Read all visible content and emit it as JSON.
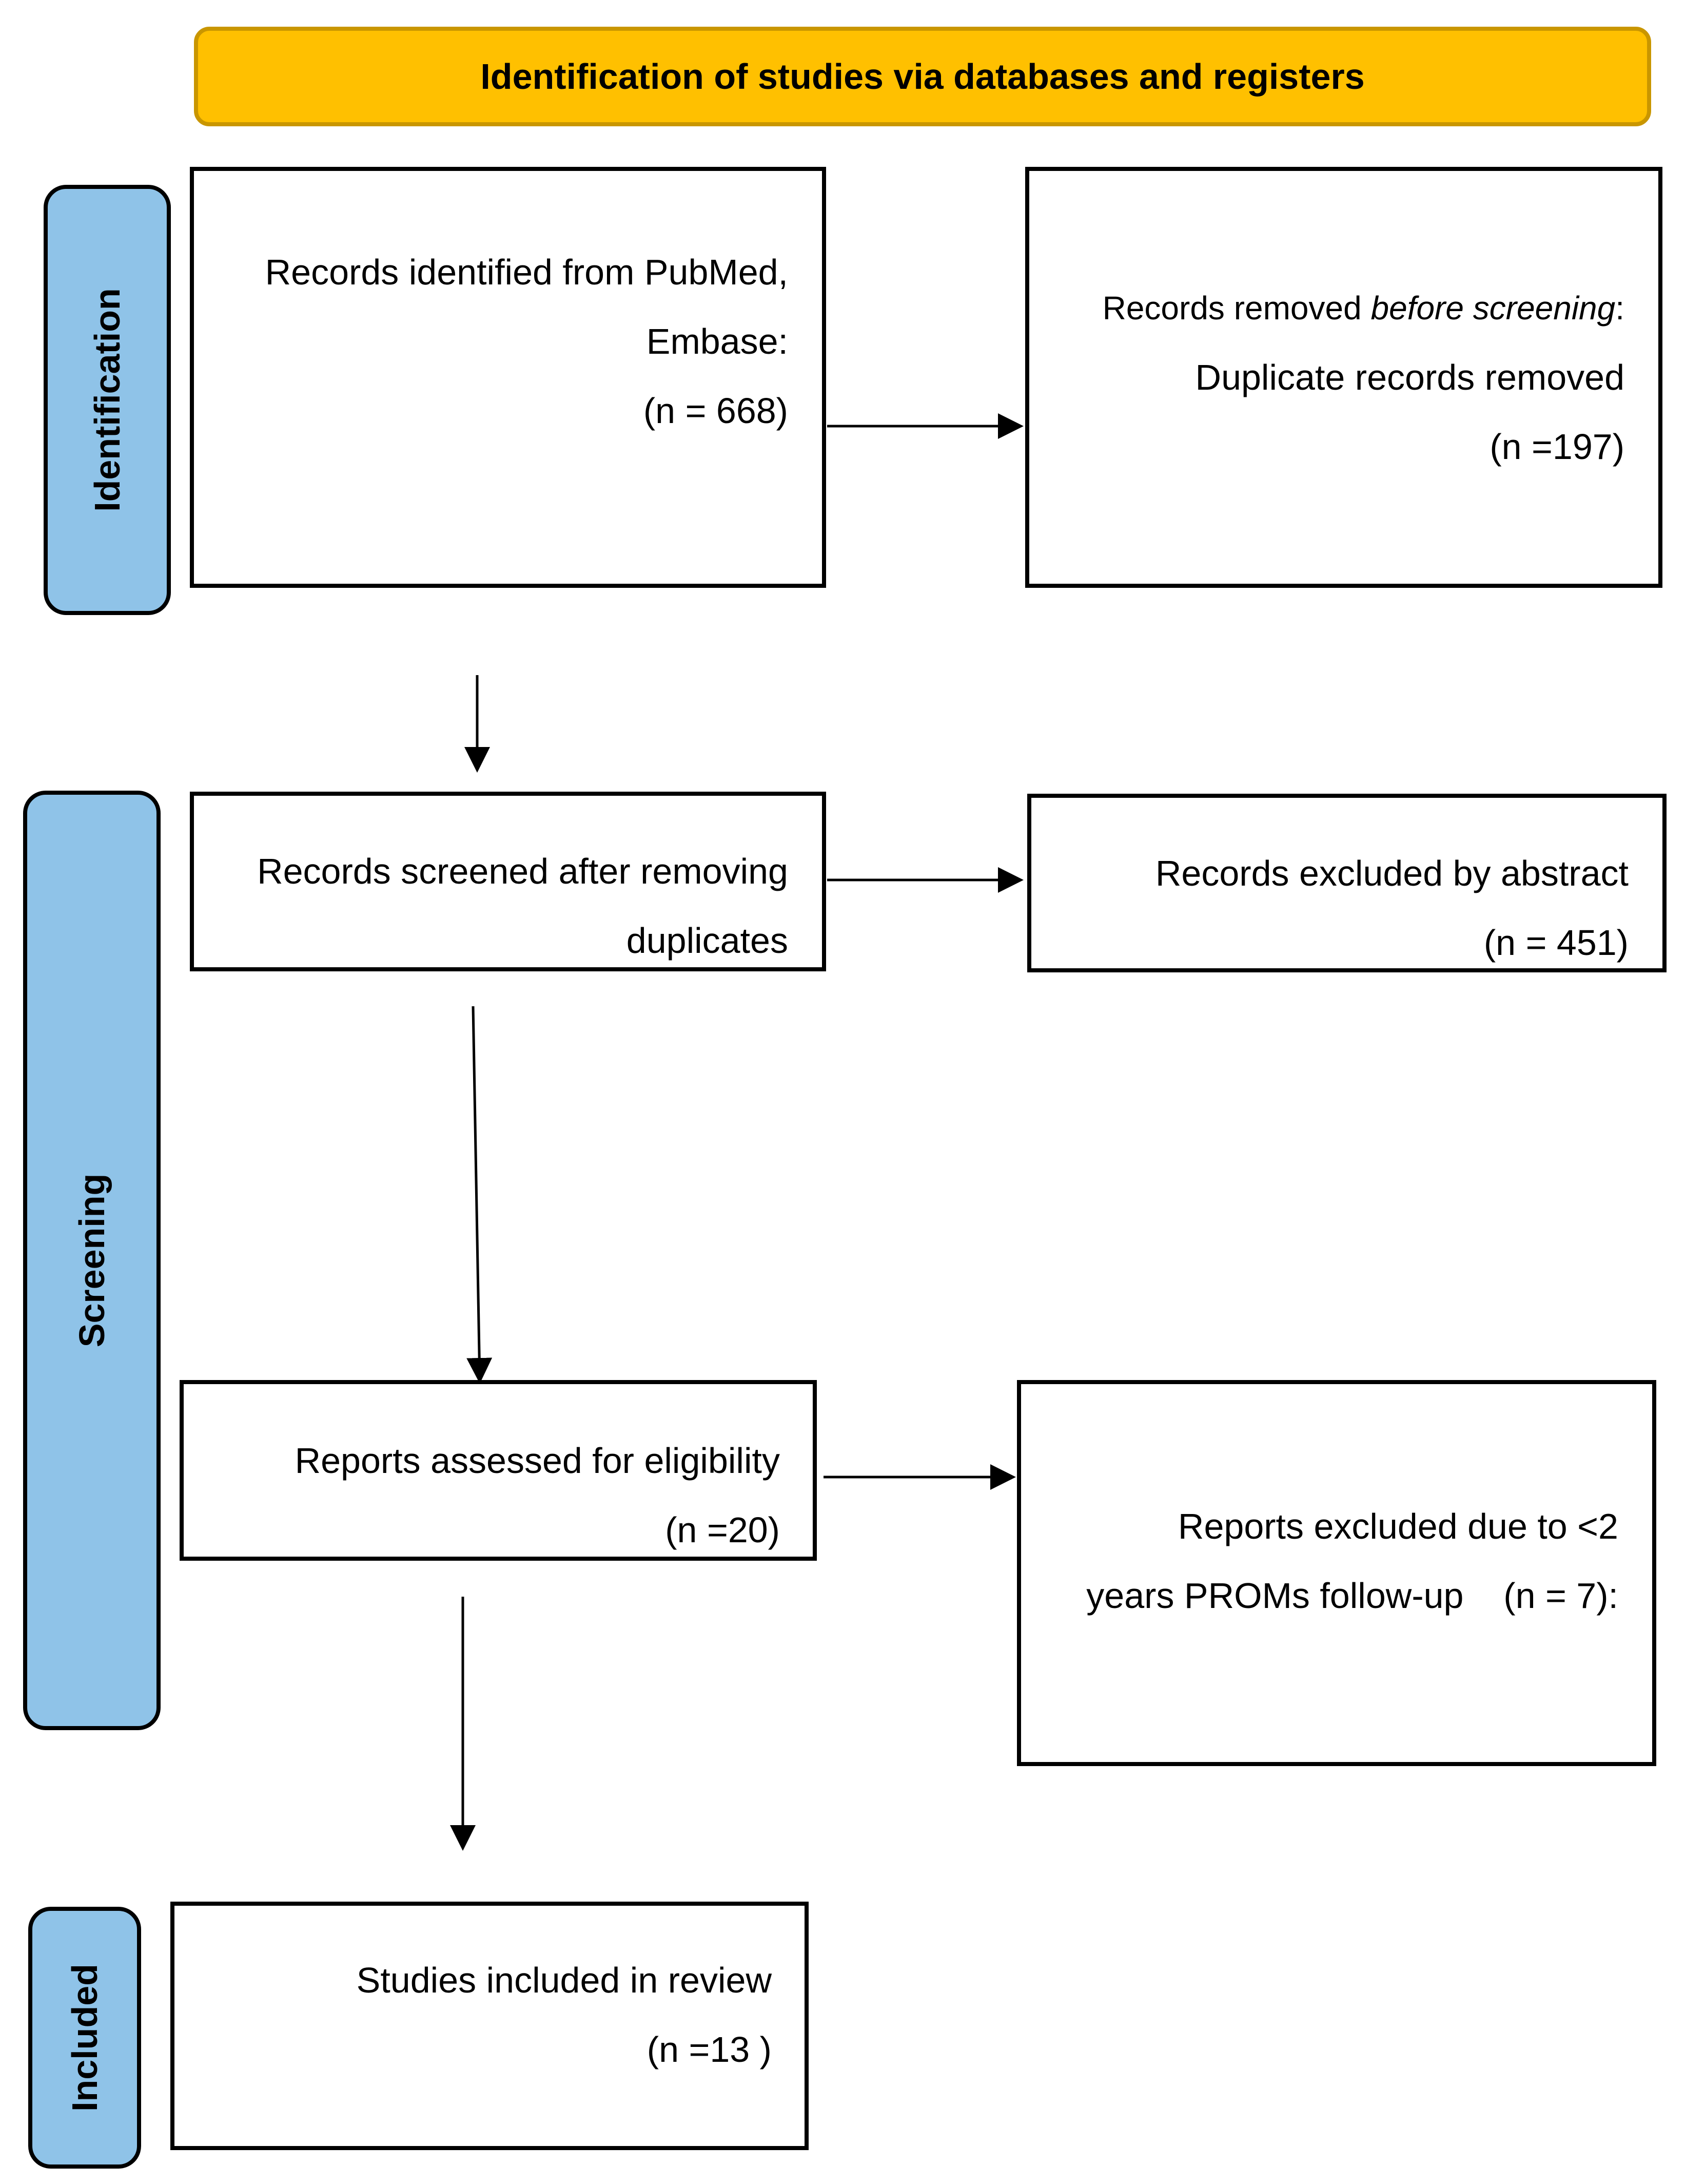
{
  "header": {
    "title": "Identification of studies via databases and registers"
  },
  "stages": {
    "identification": "Identification",
    "screening": "Screening",
    "included": "Included"
  },
  "boxes": {
    "records_identified": {
      "line1": "Records identified from PubMed,",
      "line2": "Embase:",
      "line3": "(n = 668)"
    },
    "records_removed": {
      "line1_prefix": "Records removed ",
      "line1_italic": "before screening",
      "line1_suffix": ":",
      "line2": "Duplicate records removed",
      "line3": "(n =197)"
    },
    "records_screened": {
      "line1": "Records screened after removing",
      "line2": "duplicates"
    },
    "records_excluded": {
      "line1": "Records excluded by abstract",
      "line2": "(n = 451)"
    },
    "reports_assessed": {
      "line1": "Reports assessed for eligibility",
      "line2": "(n =20)"
    },
    "reports_excluded": {
      "line1": "Reports excluded due to <2",
      "line2": "years PROMs follow-up    (n = 7):"
    },
    "studies_included": {
      "line1": "Studies included in review",
      "line2": "(n =13 )"
    }
  }
}
